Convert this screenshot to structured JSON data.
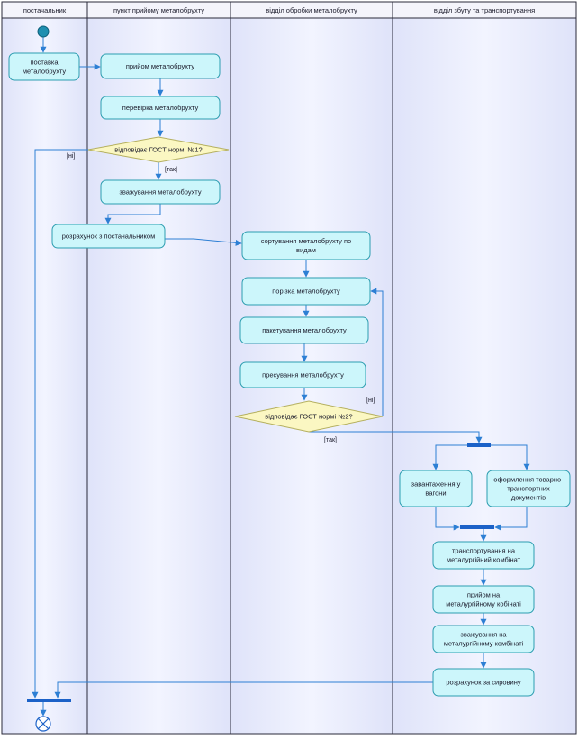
{
  "lanes": [
    {
      "id": "supplier",
      "title": "постачальник"
    },
    {
      "id": "reception",
      "title": "пункт прийому металобрухту"
    },
    {
      "id": "processing",
      "title": "відділ обробки металобрухту"
    },
    {
      "id": "shipping",
      "title": "відділ збуту та транспортування"
    }
  ],
  "nodes": {
    "supply": {
      "lines": [
        "поставка",
        "металобрухту"
      ]
    },
    "receive": {
      "lines": [
        "прийом металобрухту"
      ]
    },
    "check": {
      "lines": [
        "перевірка металобрухту"
      ]
    },
    "dec1": {
      "lines": [
        "відповідає ГОСТ нормі №1?"
      ]
    },
    "weigh": {
      "lines": [
        "зважування металобрухту"
      ]
    },
    "settle_supplier": {
      "lines": [
        "розрахунок з постачальником"
      ]
    },
    "sort": {
      "lines": [
        "сортування металобрухту по",
        "видам"
      ]
    },
    "cut": {
      "lines": [
        "порізка металобрухту"
      ]
    },
    "pack": {
      "lines": [
        "пакетування металобрухту"
      ]
    },
    "press": {
      "lines": [
        "пресування металобрухту"
      ]
    },
    "dec2": {
      "lines": [
        "відповідає ГОСТ нормі №2?"
      ]
    },
    "load": {
      "lines": [
        "завантаження у",
        "вагони"
      ]
    },
    "docs": {
      "lines": [
        "оформлення товарно-",
        "транспортних",
        "документів"
      ]
    },
    "transport": {
      "lines": [
        "транспортування на",
        "металургійний комбінат"
      ]
    },
    "accept": {
      "lines": [
        "прийом на",
        "металургійному кобінаті"
      ]
    },
    "weigh2": {
      "lines": [
        "зважування на",
        "металургійному комбінаті"
      ]
    },
    "settle_plant": {
      "lines": [
        "розрахунок за сировину"
      ]
    }
  },
  "guards": {
    "dec1_yes": "[так]",
    "dec1_no": "[ні]",
    "dec2_yes": "[так]",
    "dec2_no": "[ні]"
  },
  "colors": {
    "lane_border": "#2a2a3a",
    "header_bg": "#f4f4fb",
    "lane_bg": "#dfe3f9",
    "lane_glow": "#f2f4ff",
    "node_fill": "#ccf6fb",
    "node_stroke": "#2c9db0",
    "decision_fill": "#fbf7c2",
    "decision_stroke": "#b5b060",
    "arrow": "#2d7fd4",
    "bar": "#1c62c8",
    "start": "#1f8fb0",
    "text": "#1a1a2a"
  }
}
